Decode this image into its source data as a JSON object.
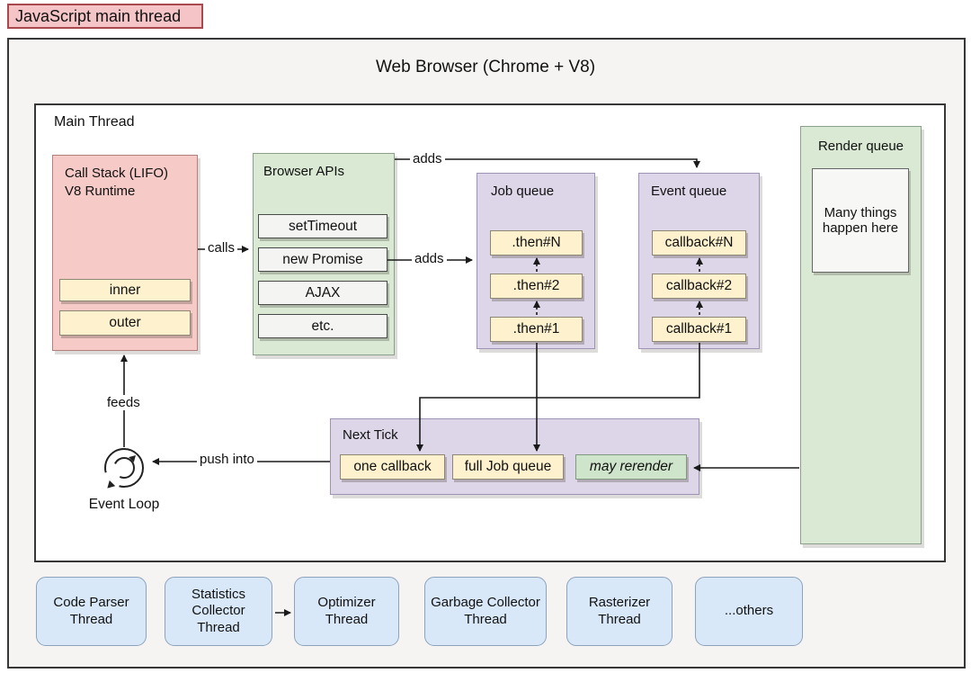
{
  "header": {
    "thread_label": "JavaScript main thread",
    "browser_title": "Web Browser (Chrome + V8)",
    "main_thread_label": "Main Thread"
  },
  "call_stack": {
    "title_line1": "Call Stack (LIFO)",
    "title_line2": "V8 Runtime",
    "frames": [
      "inner",
      "outer"
    ]
  },
  "browser_apis": {
    "title": "Browser APIs",
    "items": [
      "setTimeout",
      "new Promise",
      "AJAX",
      "etc."
    ]
  },
  "job_queue": {
    "title": "Job queue",
    "items": [
      ".then#N",
      ".then#2",
      ".then#1"
    ]
  },
  "event_queue": {
    "title": "Event queue",
    "items": [
      "callback#N",
      "callback#2",
      "callback#1"
    ]
  },
  "render_queue": {
    "title": "Render queue",
    "note": "Many things happen here"
  },
  "next_tick": {
    "title": "Next Tick",
    "items": [
      "one callback",
      "full Job queue",
      "may rerender"
    ]
  },
  "event_loop": {
    "label": "Event Loop"
  },
  "edge_labels": {
    "calls": "calls",
    "adds_event": "adds",
    "adds_job": "adds",
    "feeds": "feeds",
    "push_into": "push into"
  },
  "worker_threads": [
    "Code Parser Thread",
    "Statistics Collector Thread",
    "Optimizer Thread",
    "Garbage Collector Thread",
    "Rasterizer Thread",
    "...others"
  ],
  "colors": {
    "pink": "#f6cac7",
    "pink_border": "#a9494e",
    "green": "#d9e9d4",
    "purple": "#ddd6e8",
    "yellow": "#fdf2cd",
    "blue": "#d9e8f8",
    "panel": "#f5f4f2",
    "note_green": "#cfe5cb"
  }
}
